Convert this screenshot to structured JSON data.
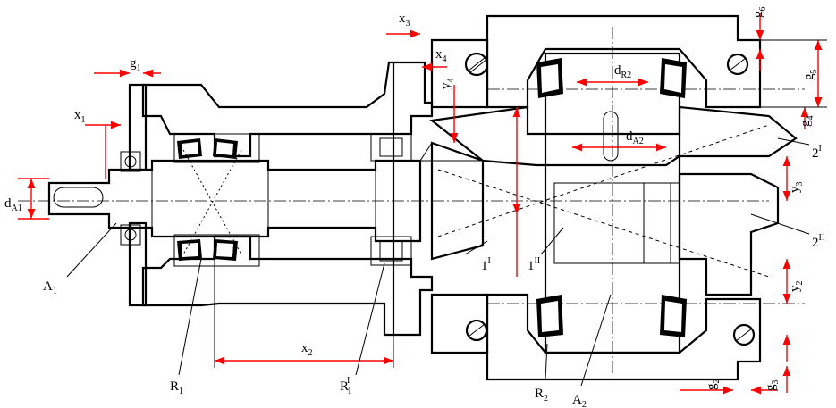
{
  "figure": {
    "description_labels": {
      "dA1": "d",
      "dA1_sub": "A1",
      "dR2": "d",
      "dR2_sub": "R2",
      "dA2": "d",
      "dA2_sub": "A2",
      "x1": "x",
      "x1_sub": "1",
      "x2": "x",
      "x2_sub": "2",
      "x3": "x",
      "x3_sub": "3",
      "x4": "x",
      "x4_sub": "4",
      "y2": "y",
      "y2_sub": "2",
      "y3": "y",
      "y3_sub": "3",
      "y4": "y",
      "y4_sub": "4",
      "g1": "g",
      "g1_sub": "1",
      "g2": "g",
      "g2_sub": "2",
      "g3": "g",
      "g3_sub": "3",
      "g4": "g",
      "g4_sub": "4",
      "g5": "g",
      "g5_sub": "5",
      "g6": "g",
      "g6_sub": "6",
      "A1": "A",
      "A1_sub": "1",
      "A2": "A",
      "A2_sub": "2",
      "R1": "R",
      "R1_sub": "1",
      "R1p": "R",
      "R1p_sup": "I",
      "R1p_sub": "1",
      "R2": "R",
      "R2_sub": "2",
      "p1I": "1",
      "p1I_sup": "I",
      "p1II": "1",
      "p1II_sup": "II",
      "p2I": "2",
      "p2I_sup": "I",
      "p2II": "2",
      "p2II_sup": "II"
    },
    "colors": {
      "dimension": "#ff0000",
      "outline": "#000000",
      "background": "#ffffff"
    }
  }
}
